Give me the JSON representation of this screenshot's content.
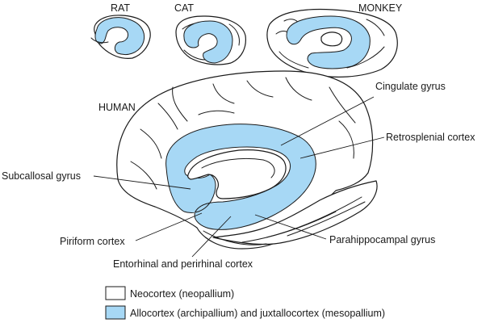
{
  "colors": {
    "neocortex": "#ffffff",
    "allocortex": "#a7d8f5"
  },
  "species": {
    "rat": "RAT",
    "cat": "CAT",
    "monkey": "MONKEY",
    "human": "HUMAN"
  },
  "labels": {
    "cingulate_gyrus": "Cingulate gyrus",
    "retrosplenial_cortex": "Retrosplenial cortex",
    "subcallosal_gyrus": "Subcallosal gyrus",
    "piriform_cortex": "Piriform cortex",
    "parahippocampal_gyrus": "Parahippocampal gyrus",
    "entorhinal_perirhinal_cortex": "Entorhinal and perirhinal cortex"
  },
  "legend": {
    "neocortex": "Neocortex (neopallium)",
    "allocortex": "Allocortex (archipallium) and juxtallocortex (mesopallium)"
  }
}
